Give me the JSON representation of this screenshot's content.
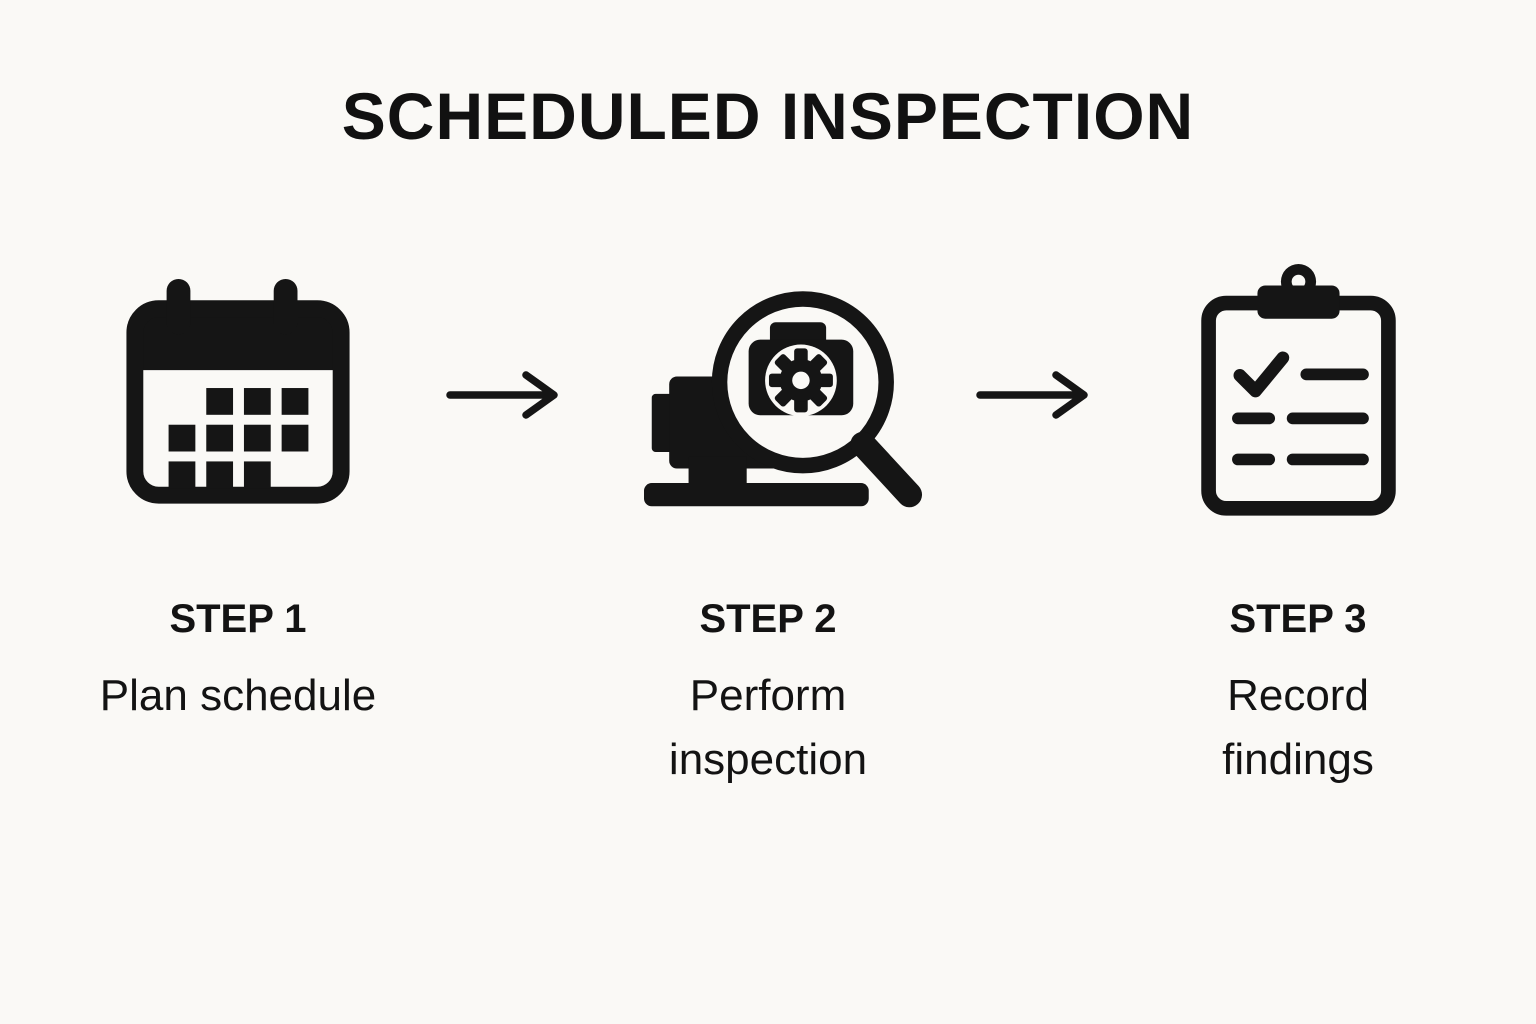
{
  "title": "SCHEDULED INSPECTION",
  "colors": {
    "foreground": "#151515",
    "background": "#faf9f6"
  },
  "steps": [
    {
      "label": "STEP 1",
      "description": "Plan schedule",
      "icon": "calendar-icon"
    },
    {
      "label": "STEP 2",
      "description": "Perform inspection",
      "icon": "inspection-magnifier-icon"
    },
    {
      "label": "STEP 3",
      "description": "Record findings",
      "icon": "clipboard-checklist-icon"
    }
  ],
  "connectors": [
    {
      "icon": "arrow-right-icon"
    },
    {
      "icon": "arrow-right-icon"
    }
  ]
}
